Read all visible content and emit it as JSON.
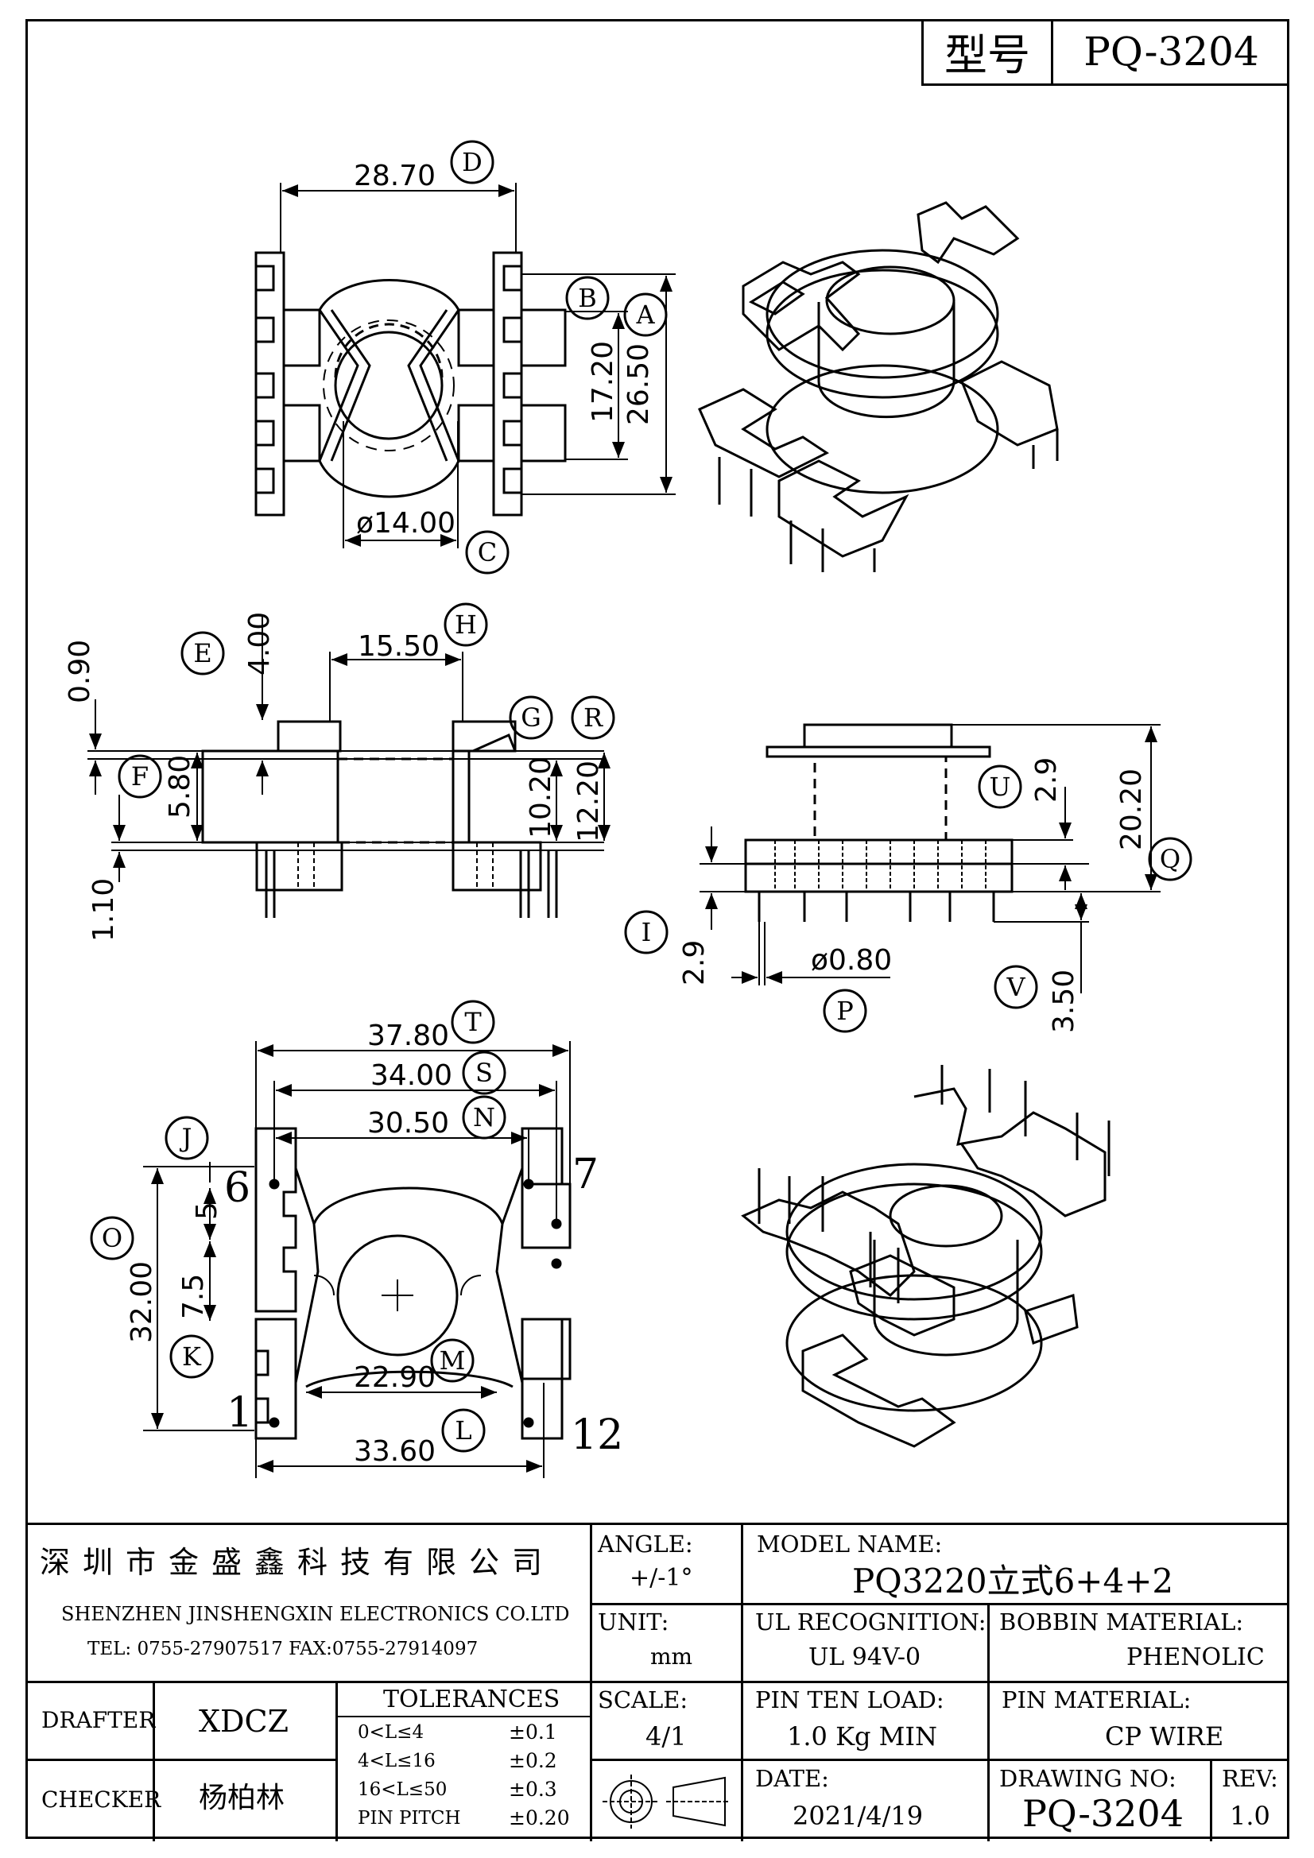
{
  "header": {
    "model_label": "型号",
    "model_value": "PQ-3204"
  },
  "view_top": {
    "dims": {
      "D": "28.70",
      "A": "26.50",
      "B_dim": "17.20",
      "C": "ø14.00"
    },
    "letters": [
      "D",
      "B",
      "A",
      "C"
    ]
  },
  "view_side": {
    "dims": {
      "E": "4.00",
      "H": "15.50",
      "top": "0.90",
      "F": "5.80",
      "left_bottom": "1.10",
      "G": "10.20",
      "R": "12.20"
    },
    "letters": [
      "E",
      "H",
      "G",
      "R",
      "F"
    ]
  },
  "view_front": {
    "dims": {
      "U": "2.9",
      "Q": "20.20",
      "I": "2.9",
      "P": "ø0.80",
      "V": "3.50"
    },
    "letters": [
      "U",
      "Q",
      "I",
      "P",
      "V"
    ]
  },
  "view_bottom": {
    "dims": {
      "T": "37.80",
      "S": "34.00",
      "N": "30.50",
      "pitch5": "5",
      "pitch75": "7.5",
      "O": "32.00",
      "M": "22.90",
      "L": "33.60"
    },
    "letters": [
      "T",
      "S",
      "N",
      "J",
      "O",
      "K",
      "M",
      "L"
    ],
    "pins": {
      "p6": "6",
      "p7": "7",
      "p1": "1",
      "p12": "12"
    }
  },
  "title_block": {
    "company_cn": "深圳市金盛鑫科技有限公司",
    "company_en": "SHENZHEN JINSHENGXIN ELECTRONICS  CO.LTD",
    "contact": "TEL: 0755-27907517   FAX:0755-27914097",
    "angle_label": "ANGLE:",
    "angle_value": "+/-1°",
    "model_name_label": "MODEL NAME:",
    "model_name_value": "PQ3220立式6+4+2",
    "unit_label": "UNIT:",
    "unit_value": "mm",
    "ul_label": "UL RECOGNITION:",
    "ul_value": "UL 94V-0",
    "bobbin_label": "BOBBIN MATERIAL:",
    "bobbin_value": "PHENOLIC",
    "drafter_label": "DRAFTER",
    "drafter_value": "XDCZ",
    "checker_label": "CHECKER",
    "checker_value": "杨柏林",
    "tolerances_label": "TOLERANCES",
    "tolerances": [
      {
        "range": "0<L≤4",
        "tol": "±0.1"
      },
      {
        "range": "4<L≤16",
        "tol": "±0.2"
      },
      {
        "range": "16<L≤50",
        "tol": "±0.3"
      },
      {
        "range": "PIN PITCH",
        "tol": "±0.20"
      }
    ],
    "scale_label": "SCALE:",
    "scale_value": "4/1",
    "pin_load_label": "PIN TEN LOAD:",
    "pin_load_value": "1.0 Kg MIN",
    "pin_material_label": "PIN MATERIAL:",
    "pin_material_value": "CP WIRE",
    "date_label": "DATE:",
    "date_value": "2021/4/19",
    "drawing_no_label": "DRAWING NO:",
    "drawing_no_value": "PQ-3204",
    "rev_label": "REV:",
    "rev_value": "1.0"
  }
}
